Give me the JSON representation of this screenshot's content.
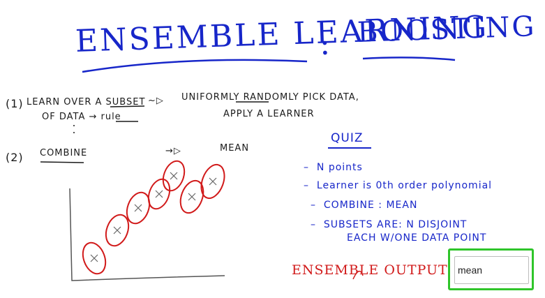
{
  "header": {
    "title_part1": "ENSEMBLE LEARNING",
    "title_colon": ":",
    "title_part2": "BOOSTING"
  },
  "steps": {
    "step1_number": "(1)",
    "step1_line1": "LEARN OVER A SUBSET",
    "step1_line2": "OF DATA → rule",
    "step1_arrow": "~▷",
    "step1_right_line1": "UNIFORMLY RANDOMLY PICK DATA,",
    "step1_right_line2": "APPLY A LEARNER",
    "step2_number": "(2)",
    "step2_label": "COMBINE",
    "step2_arrow": "→▷",
    "step2_right": "MEAN"
  },
  "quiz": {
    "title": "QUIZ",
    "bullets": [
      "N points",
      "Learner is 0th order polynomial",
      "COMBINE : MEAN",
      "SUBSETS ARE: N DISJOINT",
      "EACH W/ONE DATA POINT"
    ],
    "outputs_label": "ENSEMBLE OUTPUTS:",
    "answer_value": "mean"
  },
  "colors": {
    "ink_blue": "#1726c9",
    "ink_red": "#d11a1a",
    "ink_black": "#1a1a1a",
    "answer_border": "#2fc52a"
  }
}
